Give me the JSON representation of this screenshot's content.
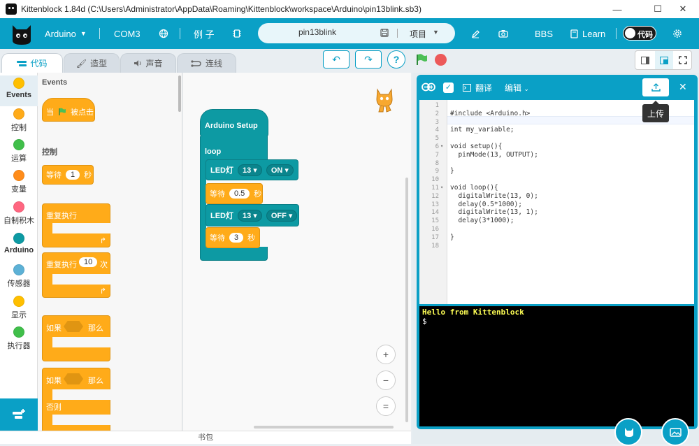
{
  "window": {
    "title": "Kittenblock 1.84d (C:\\Users\\Administrator\\AppData\\Roaming\\Kittenblock\\workspace\\Arduino\\pin13blink.sb3)",
    "controls": [
      "—",
      "☐",
      "✕"
    ]
  },
  "menubar": {
    "device": "Arduino",
    "port": "COM3",
    "examples": "例 子",
    "filename": "pin13blink",
    "project": "项目",
    "bbs": "BBS",
    "learn": "Learn",
    "toggle_label": "代码"
  },
  "tabs": [
    {
      "label": "代码",
      "active": true
    },
    {
      "label": "造型",
      "active": false
    },
    {
      "label": "声音",
      "active": false
    },
    {
      "label": "连线",
      "active": false
    }
  ],
  "categories": [
    {
      "label": "Events",
      "color": "#ffbf00",
      "active": true
    },
    {
      "label": "控制",
      "color": "#ffab19"
    },
    {
      "label": "运算",
      "color": "#40bf4a"
    },
    {
      "label": "变量",
      "color": "#ff8c1a"
    },
    {
      "label": "自制积木",
      "color": "#ff6680"
    },
    {
      "label": "Arduino",
      "color": "#0d9aa3"
    },
    {
      "label": "传感器",
      "color": "#5cb1d6"
    },
    {
      "label": "显示",
      "color": "#ffbf00"
    },
    {
      "label": "执行器",
      "color": "#40bf4a"
    }
  ],
  "palette": {
    "events_title": "Events",
    "flag_block": "当",
    "flag_block_suffix": "被点击",
    "control_title": "控制",
    "wait": "等待",
    "wait_value": "1",
    "wait_unit": "秒",
    "forever": "重复执行",
    "repeat": "重复执行",
    "repeat_value": "10",
    "repeat_unit": "次",
    "if": "如果",
    "then": "那么",
    "if2": "如果",
    "then2": "那么",
    "else": "否则"
  },
  "script": {
    "setup": "Arduino Setup",
    "loop": "loop",
    "led1": "LED灯",
    "led1_pin": "13 ▾",
    "led1_state": "ON ▾",
    "wait1": "等待",
    "wait1_value": "0.5",
    "wait1_unit": "秒",
    "led2": "LED灯",
    "led2_pin": "13 ▾",
    "led2_state": "OFF ▾",
    "wait2": "等待",
    "wait2_value": "3",
    "wait2_unit": "秒"
  },
  "editor": {
    "translate": "翻译",
    "edit": "编辑",
    "upload_tooltip": "上传",
    "line_numbers": [
      "1",
      "2",
      "3",
      "4",
      "5",
      "6",
      "7",
      "8",
      "9",
      "10",
      "11",
      "12",
      "13",
      "14",
      "15",
      "16",
      "17",
      "18"
    ],
    "code_lines": [
      "",
      "#include <Arduino.h>",
      "",
      "int my_variable;",
      "",
      "void setup(){",
      "  pinMode(13, OUTPUT);",
      "",
      "}",
      "",
      "void loop(){",
      "  digitalWrite(13, 0);",
      "  delay(0.5*1000);",
      "  digitalWrite(13, 1);",
      "  delay(3*1000);",
      "",
      "}",
      ""
    ],
    "terminal_line1": "Hello from Kittenblock",
    "terminal_line2": "$"
  },
  "bottom": {
    "label": "书包"
  },
  "zoom": {
    "in": "+",
    "out": "−",
    "reset": "="
  },
  "colors": {
    "brand": "#0aa0c6",
    "block_orange": "#ffab19",
    "arduino_teal": "#0d9aa3"
  }
}
